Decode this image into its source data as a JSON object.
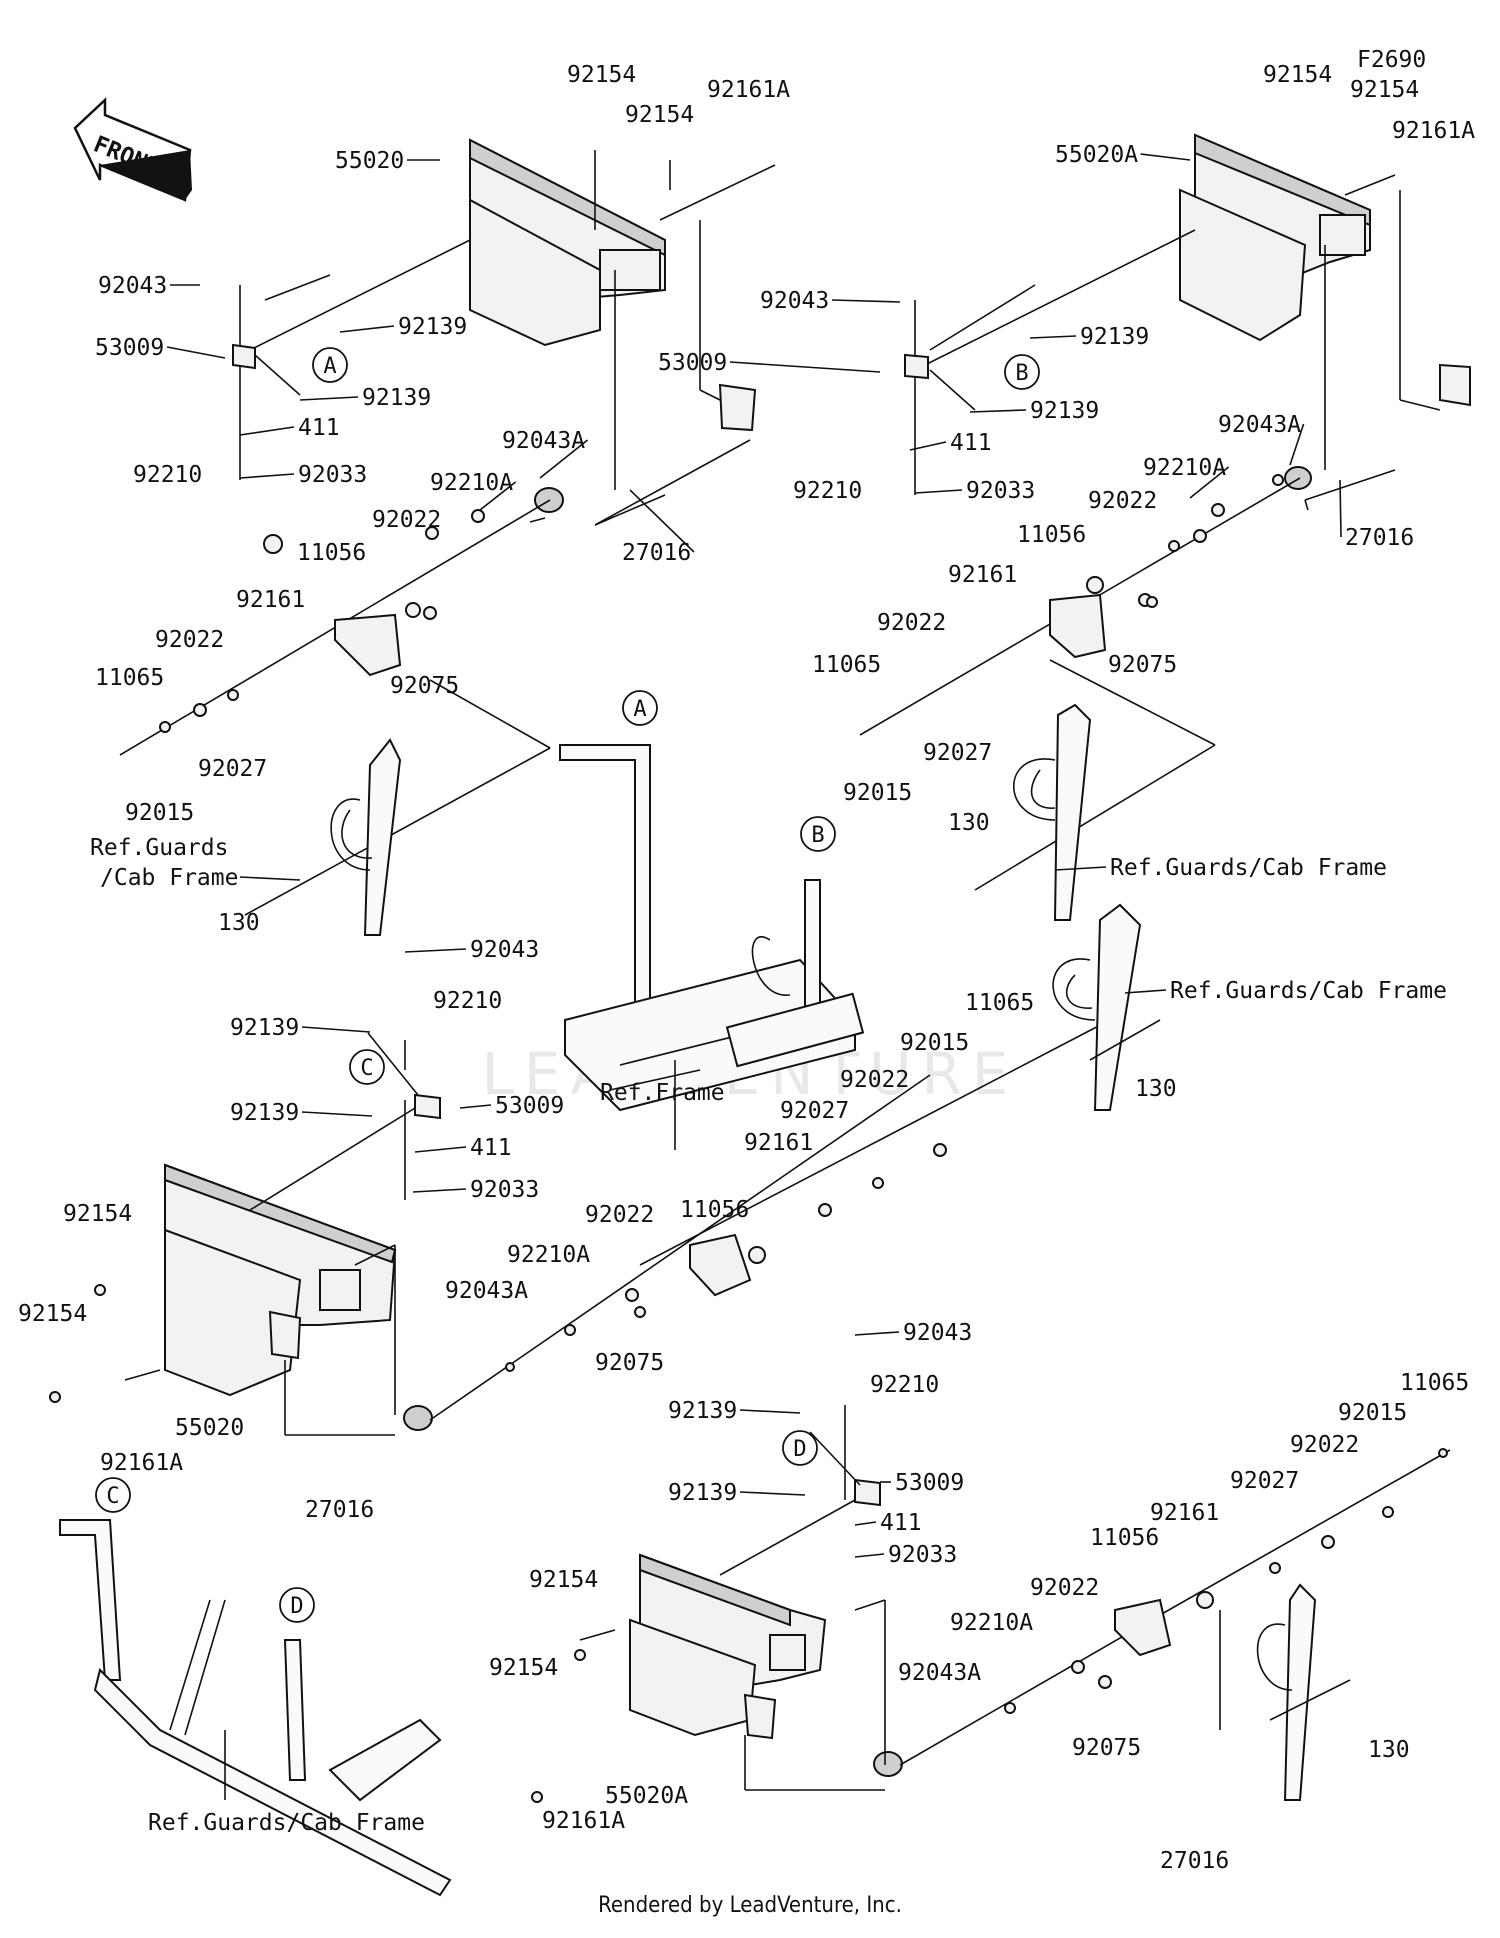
{
  "diagram_code": "F2690",
  "front_label": "FRONT",
  "watermark": "LEADVENTURE",
  "footer": "Rendered by LeadVenture, Inc.",
  "circle_markers": [
    "A",
    "B",
    "C",
    "D"
  ],
  "labels": [
    "92154",
    "92154",
    "92161A",
    "55020",
    "92043",
    "53009",
    "92139",
    "92139",
    "411",
    "92210",
    "92033",
    "92043A",
    "92210A",
    "27016",
    "92022",
    "11056",
    "92161",
    "92022",
    "11065",
    "92027",
    "92075",
    "92015",
    "Ref.Guards",
    "/Cab Frame",
    "130",
    "92154",
    "92154",
    "92161A",
    "55020A",
    "92043",
    "92139",
    "53009",
    "92139",
    "411",
    "92210",
    "92033",
    "92043A",
    "92210A",
    "27016",
    "92022",
    "11056",
    "92161",
    "92022",
    "11065",
    "92027",
    "92075",
    "92015",
    "130",
    "Ref.Guards/Cab Frame",
    "Ref.Frame",
    "92043",
    "92210",
    "92139",
    "53009",
    "92139",
    "411",
    "92033",
    "Ref.Guards/Cab Frame",
    "130",
    "11065",
    "92015",
    "92022",
    "92027",
    "92161",
    "11056",
    "92022",
    "92210A",
    "92043A",
    "92075",
    "92154",
    "92154",
    "55020",
    "92161A",
    "27016",
    "92043",
    "92139",
    "92210",
    "53009",
    "92139",
    "411",
    "92033",
    "11065",
    "92015",
    "92022",
    "92027",
    "92161",
    "11056",
    "92022",
    "92210A",
    "92043A",
    "92075",
    "130",
    "92154",
    "92154",
    "55020A",
    "92161A",
    "27016",
    "Ref.Guards/Cab Frame",
    "Ref.Frame"
  ]
}
